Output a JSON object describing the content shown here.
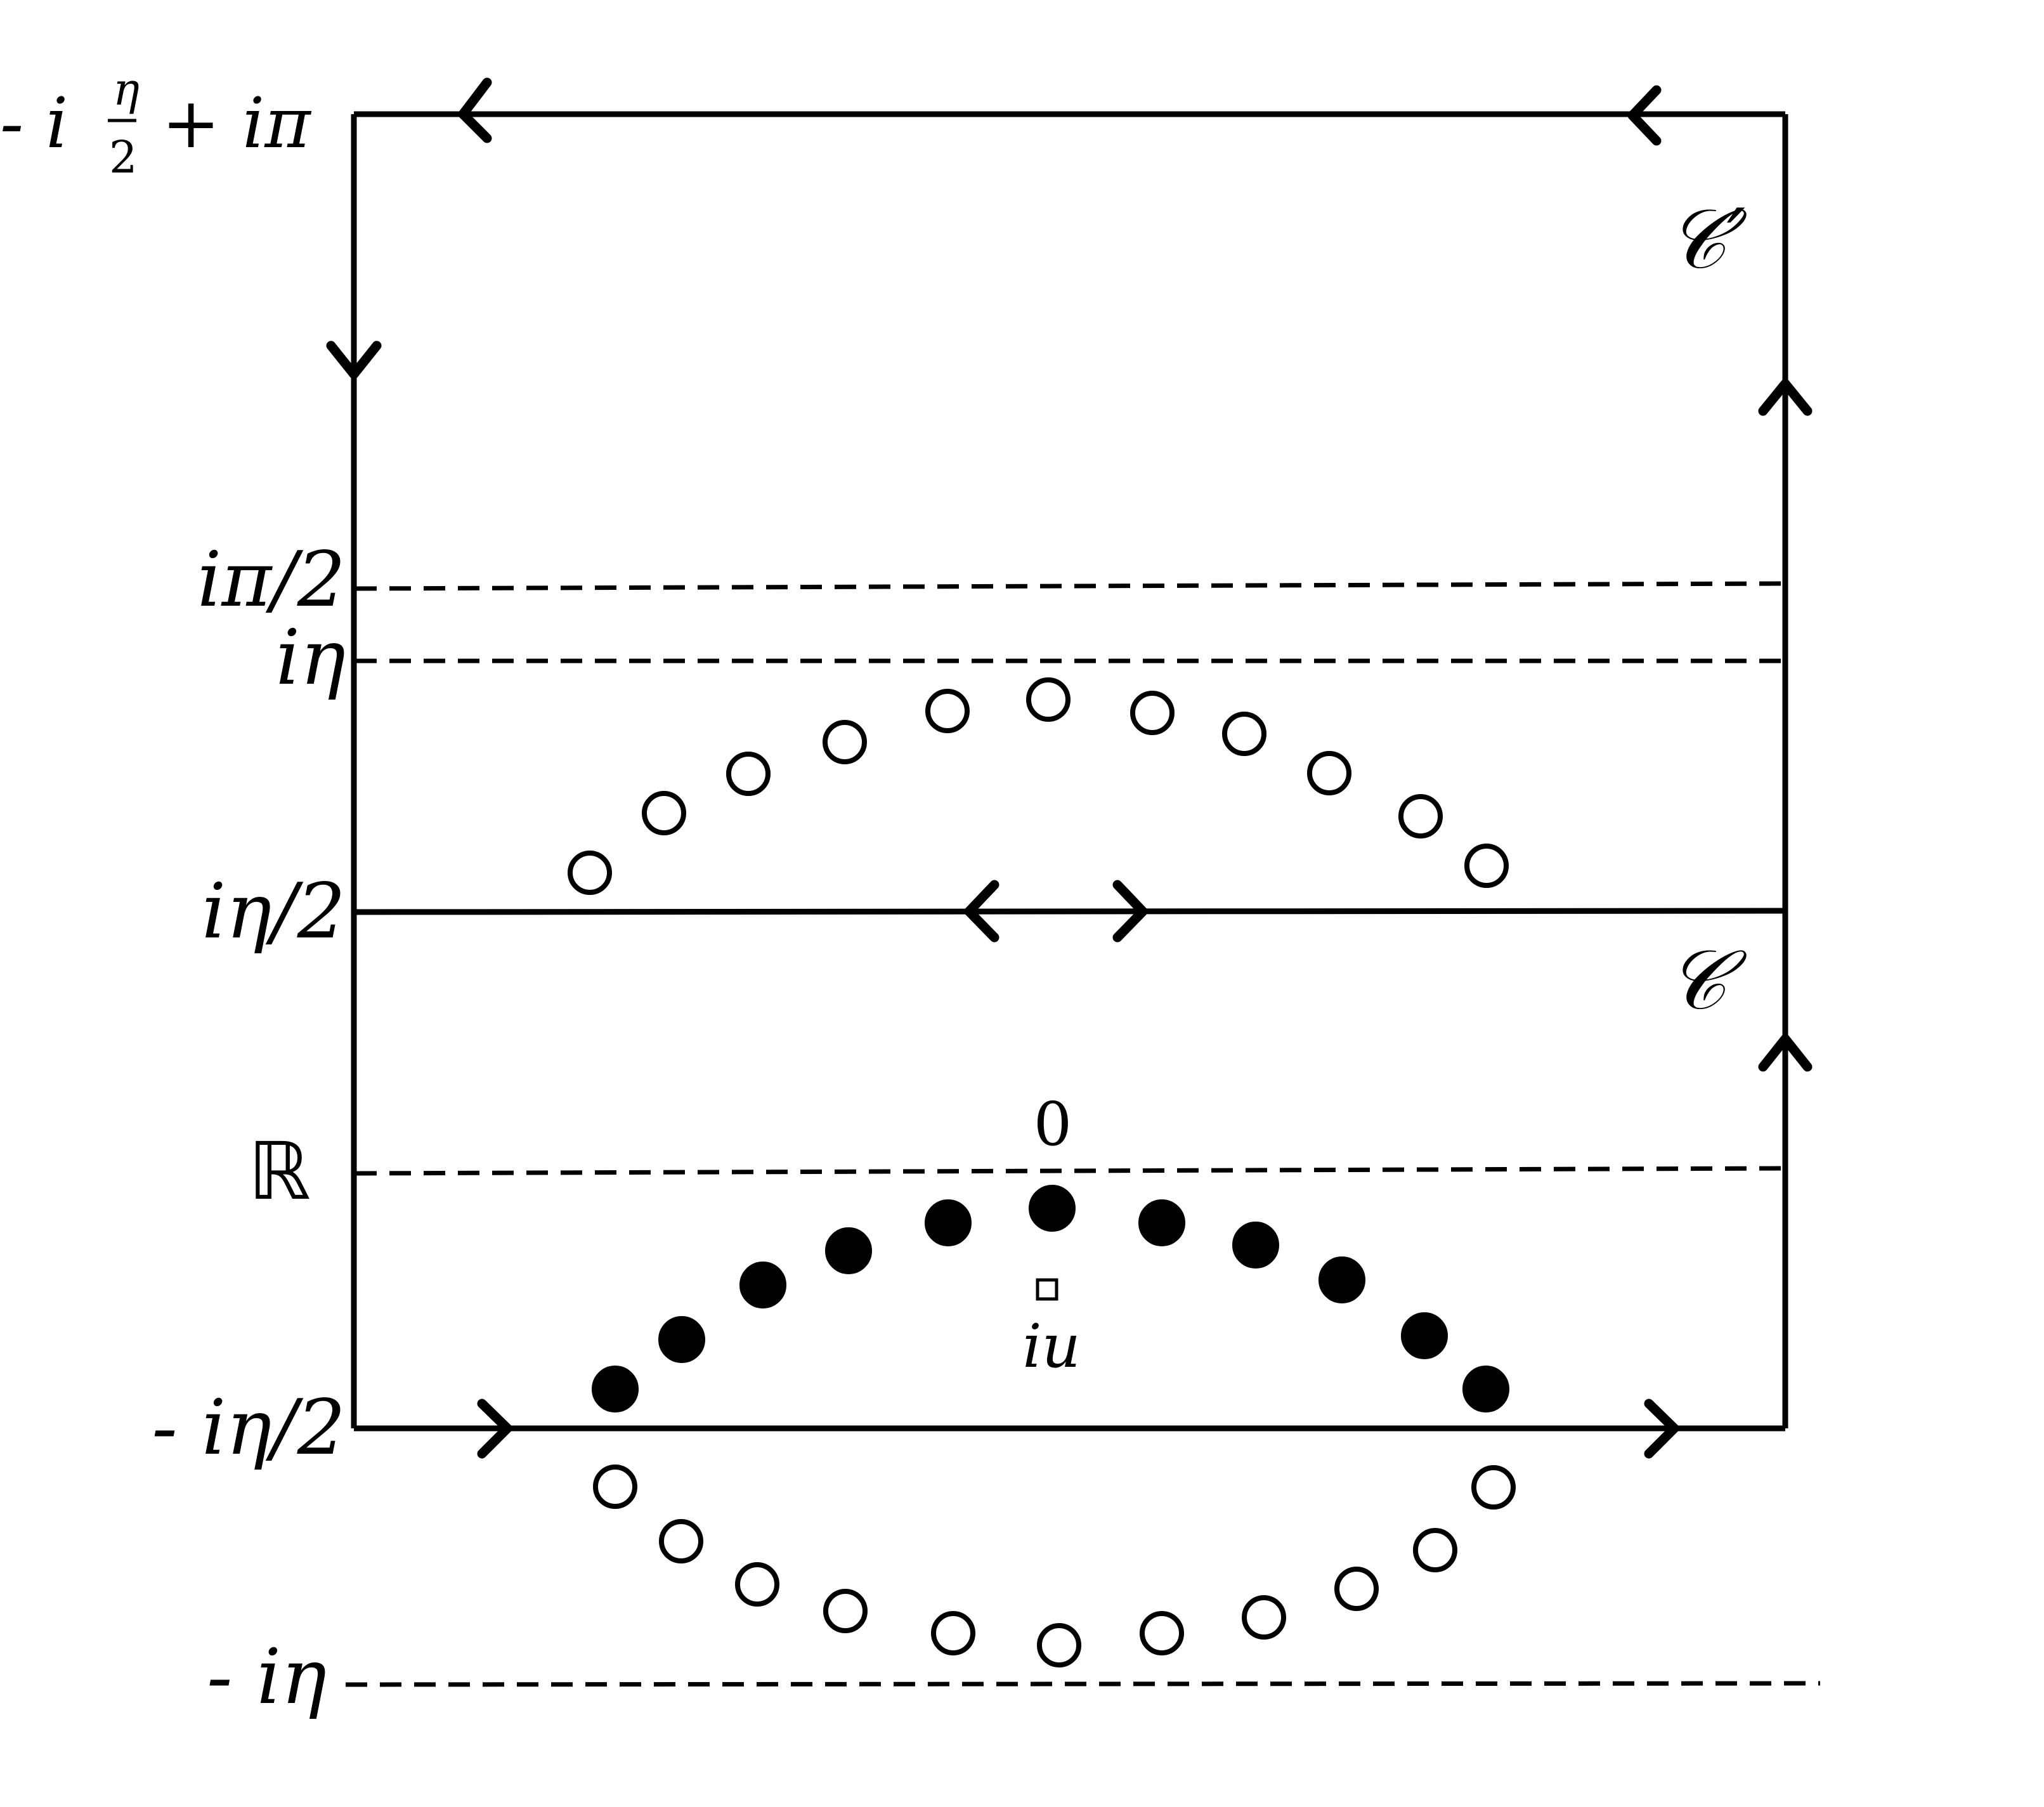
{
  "diagram": {
    "y_labels": {
      "top": "- iη/2 + iπ",
      "top_prefix": "- i",
      "top_num": "η",
      "top_den": "2",
      "top_suffix": "+ iπ",
      "half_pi": "iπ/2",
      "eta": "iη",
      "half_eta": "iη/2",
      "real": "ℝ",
      "neg_half_eta": "- iη/2",
      "neg_eta": "- iη"
    },
    "contour_labels": {
      "c_prime": "𝒞′",
      "c": "𝒞"
    },
    "point_labels": {
      "origin": "0",
      "iu": "iu"
    },
    "colors": {
      "ink": "#000000",
      "paper": "#ffffff"
    }
  }
}
